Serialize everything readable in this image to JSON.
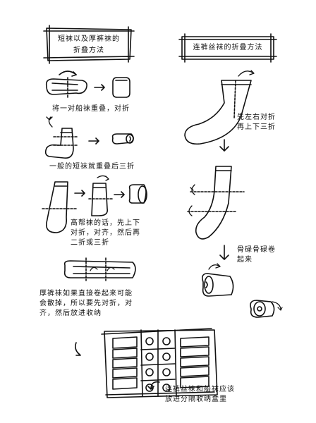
{
  "sections": {
    "left_title_line1": "短袜以及厚裤袜的",
    "left_title_line2": "折叠方法",
    "right_title": "连裤丝袜的折叠方法"
  },
  "captions": {
    "c1": "将一对船袜重叠，对折",
    "c2": "一般的短袜就重叠后三折",
    "c3_line1": "高帮袜的话，先上下",
    "c3_line2": "对折，对齐，然后再",
    "c3_line3": "二折或三折",
    "c4_line1": "厚裤袜如果直接卷起来可能",
    "c4_line2": "会散掉，所以要先对折，对",
    "c4_line3": "齐，然后放进收纳",
    "r1_line1": "先左右对折",
    "r1_line2": "再上下三折",
    "r2_line1": "骨碌骨碌卷",
    "r2_line2": "起来",
    "r3_line1": "连裤丝袜和船袜应该",
    "r3_line2": "放进分隔收纳盒里"
  }
}
